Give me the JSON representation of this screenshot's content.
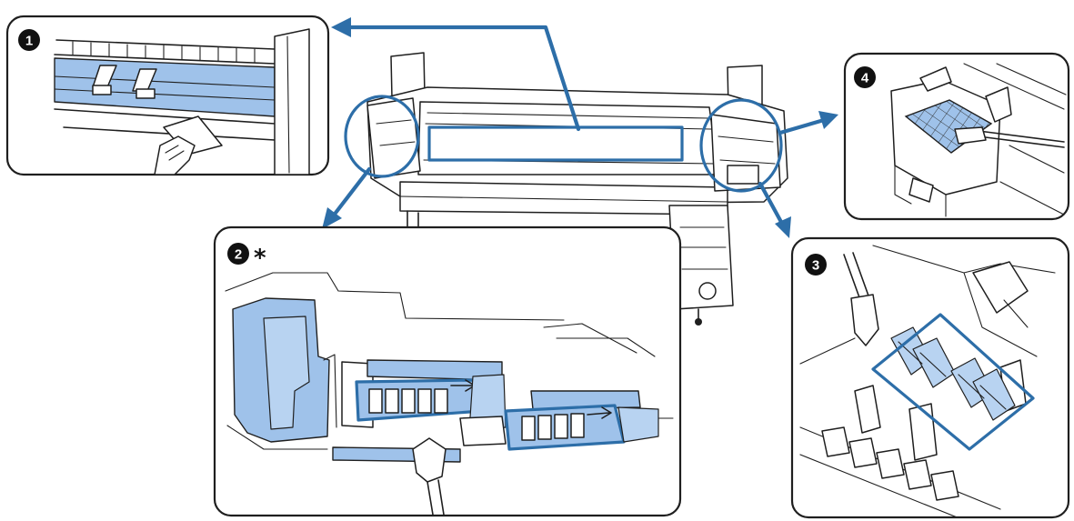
{
  "steps": [
    {
      "number": "1",
      "note": ""
    },
    {
      "number": "2",
      "note": "*"
    },
    {
      "number": "3",
      "note": ""
    },
    {
      "number": "4",
      "note": ""
    }
  ],
  "colors": {
    "highlight_fill": "#9fc2ea",
    "highlight_stroke": "#2d6ea8",
    "badge": "#111111"
  },
  "icons": {
    "callout_arrow": "arrow-callout-icon",
    "cleaning_stick": "cleaning-stick-icon",
    "cloth": "cloth-icon"
  }
}
